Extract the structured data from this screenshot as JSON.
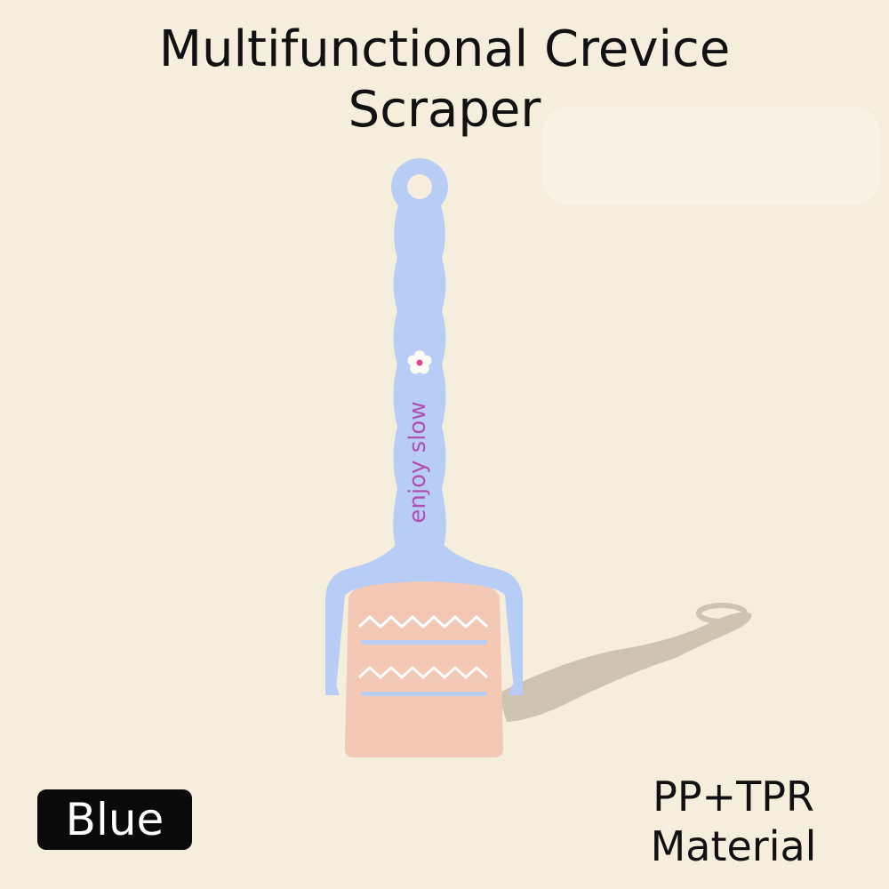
{
  "title": {
    "line1": "Multifunctional Crevice",
    "line2": "Scraper"
  },
  "handle_text": "enjoy slow",
  "color_badge": "Blue",
  "material": {
    "line1": "PP+TPR",
    "line2": "Material"
  },
  "colors": {
    "background": "#f6eedc",
    "handle": "#b7cdf6",
    "blade": "#f3c8b4",
    "text_on_handle": "#b24fb3",
    "badge_bg": "#0a0a0a"
  },
  "icons": [
    "flower-icon"
  ]
}
